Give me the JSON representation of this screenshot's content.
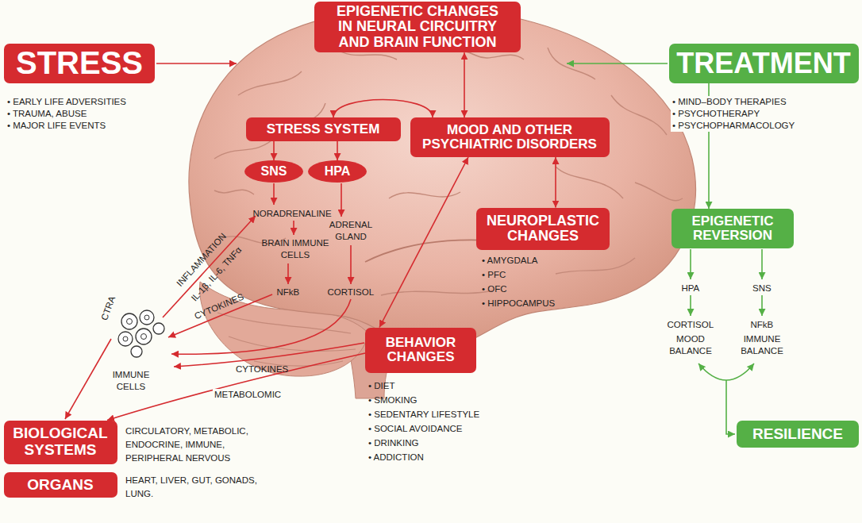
{
  "diagram": {
    "nodes": [
      {
        "text": [
          "STRESS"
        ]
      },
      {
        "text": [
          "EPIGENETIC CHANGES IN NEURAL CIRCUITRY AND BRAIN FUNCTION"
        ]
      },
      {
        "text": [
          "TREATMENT"
        ]
      },
      {
        "text": [
          "STRESS SYSTEM"
        ]
      },
      {
        "text": [
          "MOOD AND OTHER PSYCHIATRIC DISORDERS"
        ]
      },
      {
        "text": [
          "SNS"
        ]
      },
      {
        "text": [
          "HPA"
        ]
      },
      {
        "text": [
          "NEUROPLASTIC CHANGES"
        ]
      },
      {
        "text": [
          "BEHAVIOR CHANGES"
        ]
      },
      {
        "text": [
          "EPIGENETIC REVERSION"
        ]
      },
      {
        "text": [
          "RESILIENCE"
        ]
      },
      {
        "text": [
          "BIOLOGICAL SYSTEMS"
        ]
      },
      {
        "text": [
          "ORGANS"
        ]
      }
    ],
    "edges": [
      {
        "from": 1,
        "to": 4,
        "arrow": "both"
      },
      {
        "from": 3,
        "to": 4,
        "arrow": "both"
      },
      {
        "from": 3,
        "to": 5,
        "arrow": "to"
      },
      {
        "from": 3,
        "to": 6,
        "arrow": "to"
      },
      {
        "from": 4,
        "to": 7,
        "arrow": "both"
      },
      {
        "from": 8,
        "to": 4,
        "arrow": "both"
      },
      {
        "from": 2,
        "to": 9,
        "arrow": "to"
      },
      {
        "from": 8,
        "to": 11,
        "arrow": "to",
        "label": "METABOLOMIC"
      }
    ],
    "labels": [
      "• EARLY LIFE ADVERSITIES",
      "• TRAUMA, ABUSE",
      "• MAJOR LIFE EVENTS",
      "• MIND–BODY THERAPIES",
      "• PSYCHOTHERAPY",
      "• PSYCHOPHARMACOLOGY",
      "NORADRENALINE",
      "BRAIN IMMUNE CELLS",
      "NFkB",
      "ADRENAL GLAND",
      "CORTISOL",
      "• AMYGDALA",
      "• PFC",
      "• OFC",
      "• HIPPOCAMPUS",
      "• DIET",
      "• SMOKING",
      "• SEDENTARY LIFESTYLE",
      "• SOCIAL AVOIDANCE",
      "• DRINKING",
      "• ADDICTION",
      "HPA",
      "SNS",
      "CORTISOL",
      "NFkB",
      "MOOD BALANCE",
      "IMMUNE BALANCE",
      "INFLAMMATION",
      "IL-1β, IL-6, TNFα",
      "CYTOKINES",
      "CTRA",
      "IMMUNE CELLS",
      "CYTOKINES",
      "CIRCULATORY, METABOLIC, ENDOCRINE, IMMUNE, PERIPHERAL NERVOUS",
      "HEART, LIVER, GUT, GONADS, LUNG."
    ]
  }
}
